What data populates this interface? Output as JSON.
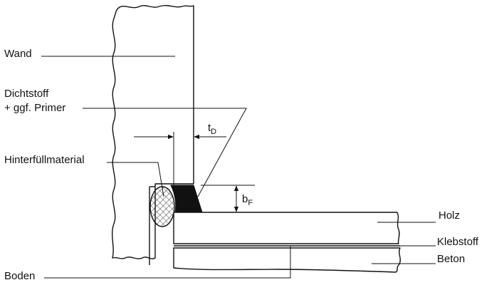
{
  "labels": {
    "wand": "Wand",
    "dichtstoff_line1": "Dichtstoff",
    "dichtstoff_line2": "+ ggf. Primer",
    "hinterfuell": "Hinterfüllmaterial",
    "t_main": "t",
    "t_sub": "D",
    "b_main": "b",
    "b_sub": "F",
    "holz": "Holz",
    "klebstoff": "Klebstoff",
    "beton": "Beton",
    "boden": "Boden"
  },
  "colors": {
    "line": "#111111",
    "sealant": "#111111",
    "hatch": "#8a8a8a",
    "background": "#ffffff"
  }
}
